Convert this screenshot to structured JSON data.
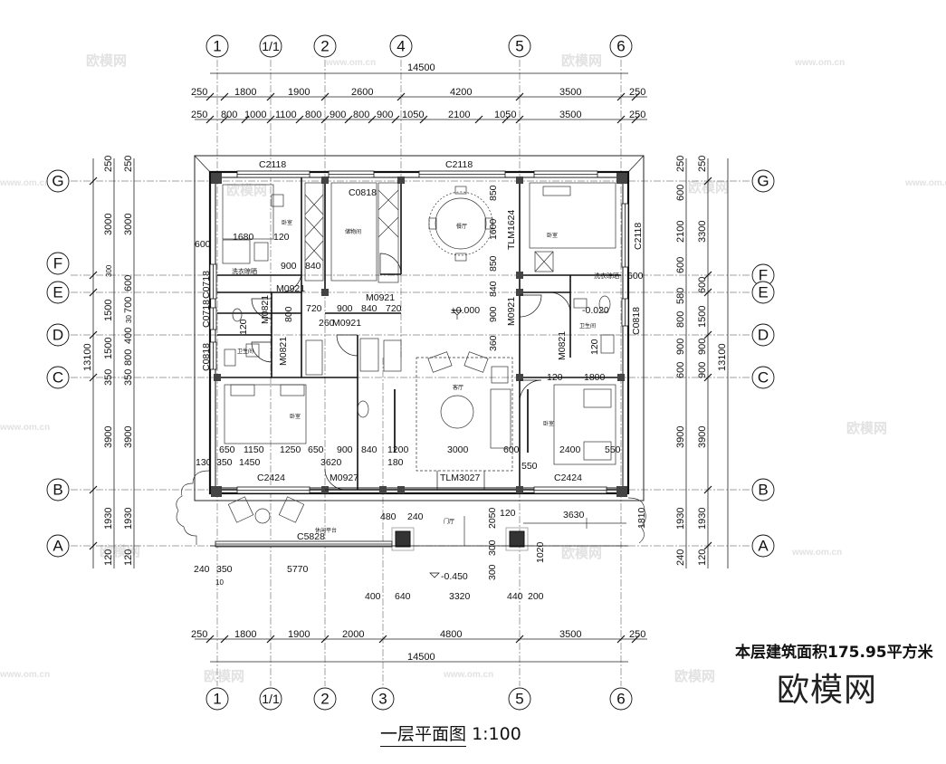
{
  "title": "一层平面图",
  "scale": "1:100",
  "area_note": "本层建筑面积175.95平方米",
  "brand": "欧模网",
  "watermark": {
    "logo": "欧模网",
    "url": "www.om.cn"
  },
  "axes_top": [
    "1",
    "1/1",
    "2",
    "4",
    "5",
    "6"
  ],
  "axes_bottom": [
    "1",
    "1/1",
    "2",
    "3",
    "5",
    "6"
  ],
  "axes_rows": [
    "G",
    "F",
    "E",
    "D",
    "C",
    "B",
    "A"
  ],
  "dims_top_total": "14500",
  "dims_top_row1": [
    "250",
    "1800",
    "1900",
    "2600",
    "4200",
    "3500",
    "250"
  ],
  "dims_top_row2": [
    "250",
    "800",
    "1000",
    "1100",
    "800",
    "900",
    "800",
    "900",
    "1050",
    "2100",
    "1050",
    "3500",
    "250"
  ],
  "dims_bottom_row1": [
    "250",
    "1800",
    "1900",
    "2000",
    "4800",
    "3500",
    "250"
  ],
  "dims_bottom_total": "14500",
  "dims_left_total": "13100",
  "dims_left_col1": [
    "250",
    "3000",
    "300",
    "1500",
    "1500",
    "350",
    "3900",
    "1930",
    "120"
  ],
  "dims_left_col2": [
    "250",
    "3000",
    "600",
    "700",
    "30",
    "400",
    "800",
    "350",
    "3900",
    "1930",
    "120"
  ],
  "dims_right_total": "13100",
  "dims_right_col1": [
    "250",
    "600",
    "2100",
    "600",
    "580",
    "800",
    "900",
    "600",
    "3900",
    "1930",
    "240"
  ],
  "dims_right_col2": [
    "250",
    "3300",
    "600",
    "1500",
    "900",
    "900",
    "3900",
    "1930",
    "120"
  ],
  "openings": {
    "c2118_a": "C2118",
    "c2118_b": "C2118",
    "c0818_top": "C0818",
    "tlm1624": "TLM1624",
    "c2118_r": "C2118",
    "m0921_a": "M0921",
    "m0921_b": "M0921",
    "m0921_c": "M0921",
    "m0921_d": "M0921",
    "c0718_a": "C0718",
    "c0718_b": "C0718",
    "c0818_l": "C0818",
    "m0821_a": "M0821",
    "m0821_b": "M0821",
    "m0821_c": "M0821",
    "c0818_r": "C0818",
    "c2424_l": "C2424",
    "m0927": "M0927",
    "tlm3027": "TLM3027",
    "c2424_r": "C2424",
    "c5828": "C5828"
  },
  "levels": {
    "main": "±0.000",
    "bath": "-0.020",
    "entry": "-0.450"
  },
  "inner_dims": {
    "d1680": "1680",
    "d120a": "120",
    "d600a": "600",
    "d900a": "900",
    "d840a": "840",
    "d720a": "720",
    "d900b": "900",
    "d840b": "840",
    "d720b": "720",
    "d260": "260",
    "d800": "800",
    "d120b": "120",
    "d360": "360",
    "d840c": "840",
    "d900c": "900",
    "d1600": "1600",
    "d850a": "850",
    "d850b": "850",
    "d600b": "600",
    "d120c": "120",
    "d1800": "1800",
    "d120d": "120",
    "b650": "650",
    "b1150": "1150",
    "b1250": "1250",
    "b650b": "650",
    "b900": "900",
    "b840": "840",
    "b1200": "1200",
    "b3000": "3000",
    "b600": "600",
    "b2400": "2400",
    "b550": "550",
    "b130": "130",
    "b350": "350",
    "b1450": "1450",
    "b3620": "3620",
    "b180": "180",
    "b550c": "550",
    "e480": "480",
    "e240": "240",
    "e2050": "2050",
    "e120": "120",
    "e3630": "3630",
    "e1810": "1810",
    "e300a": "300",
    "e1020": "1020",
    "e300b": "300",
    "f240": "240",
    "f350": "350",
    "f5770": "5770",
    "f400": "400",
    "f640": "640",
    "f3320": "3320",
    "f440": "440",
    "f200": "200",
    "f10": "10"
  },
  "rooms": {
    "bedroom_nw": "卧室",
    "storage": "储物间",
    "dining": "餐厅",
    "bedroom_ne": "卧室",
    "laundry": "洗衣晾晒",
    "bath_w": "卫生间",
    "bath_e": "卫生间",
    "living": "客厅",
    "bedroom_sw": "卧室",
    "bedroom_se": "卧室",
    "terrace": "休闲平台",
    "porch": "门厅"
  }
}
